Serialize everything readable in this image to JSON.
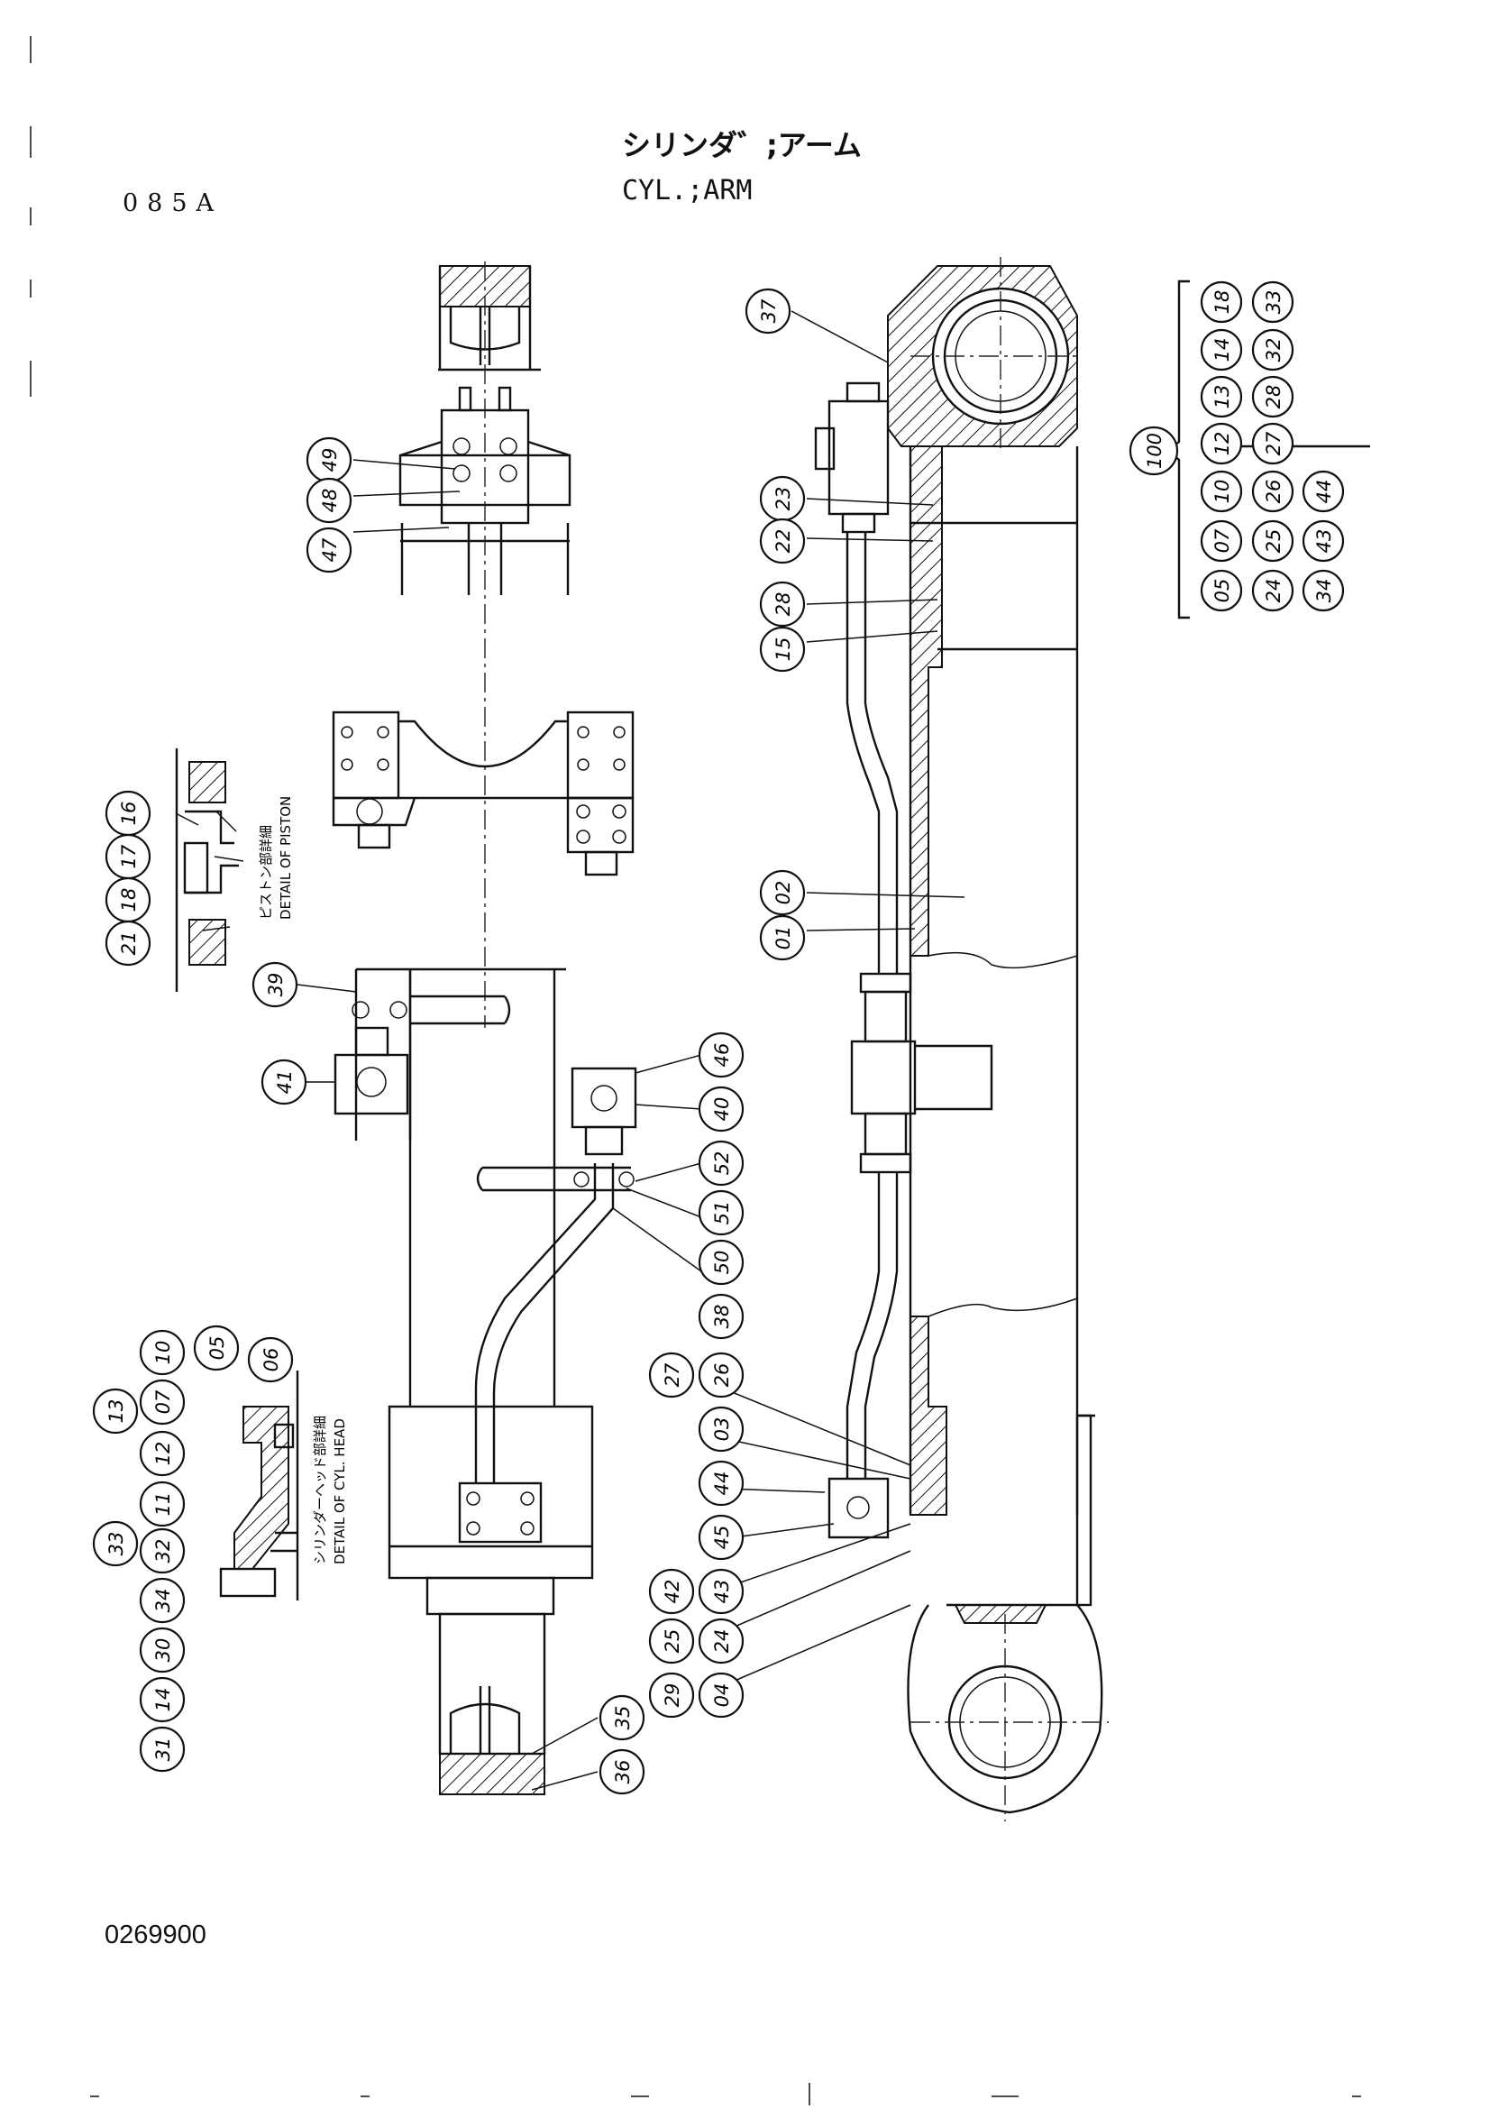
{
  "header": {
    "page_code": "085A",
    "title_jp": "シリンダ゛;アーム",
    "title_en": "CYL.;ARM"
  },
  "footer": {
    "drawing_no": "0269900"
  },
  "details": {
    "piston_jp": "ピストン部詳細",
    "piston_en": "DETAIL OF PISTON",
    "head_jp": "シリンダーヘッド部詳細",
    "head_en": "DETAIL OF CYL. HEAD"
  },
  "parts": {
    "p01": "01",
    "p02": "02",
    "p03": "03",
    "p04": "04",
    "p05": "05",
    "p06": "06",
    "p07": "07",
    "p10": "10",
    "p11": "11",
    "p12": "12",
    "p13": "13",
    "p14": "14",
    "p15": "15",
    "p16": "16",
    "p17": "17",
    "p18": "18",
    "p21": "21",
    "p22": "22",
    "p23": "23",
    "p24": "24",
    "p25": "25",
    "p26": "26",
    "p27": "27",
    "p28": "28",
    "p29": "29",
    "p30": "30",
    "p31": "31",
    "p32": "32",
    "p33": "33",
    "p34": "34",
    "p35": "35",
    "p36": "36",
    "p37": "37",
    "p38": "38",
    "p39": "39",
    "p40": "40",
    "p41": "41",
    "p42": "42",
    "p43": "43",
    "p44": "44",
    "p45": "45",
    "p46": "46",
    "p47": "47",
    "p48": "48",
    "p49": "49",
    "p50": "50",
    "p51": "51",
    "p52": "52"
  },
  "kit": {
    "number": "100",
    "items": [
      "05",
      "07",
      "10",
      "12",
      "13",
      "14",
      "18",
      "24",
      "25",
      "26",
      "27",
      "28",
      "32",
      "33",
      "34",
      "43",
      "44"
    ]
  }
}
